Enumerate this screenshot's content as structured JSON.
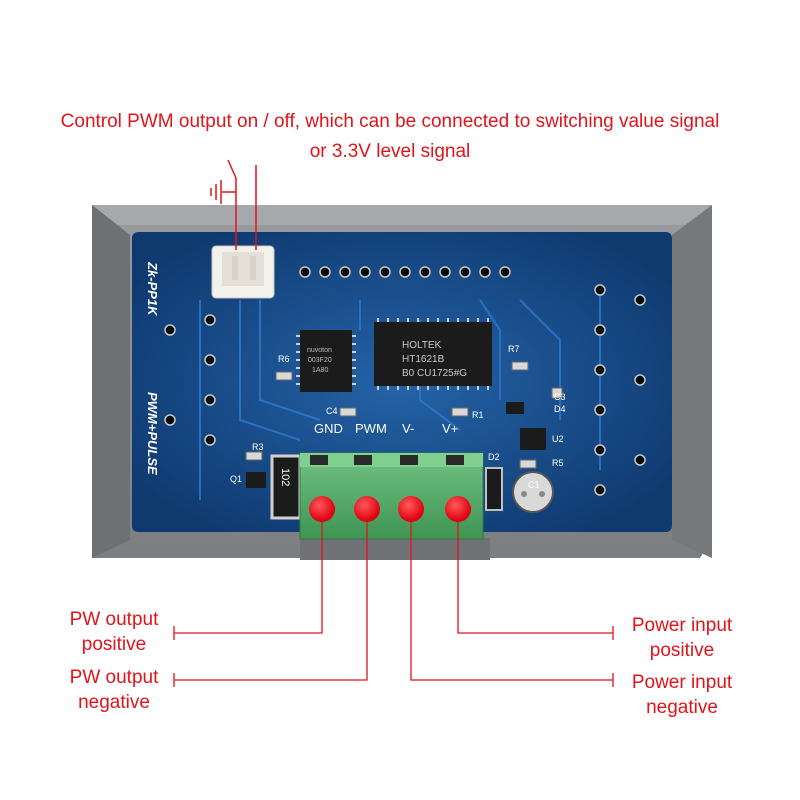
{
  "annotations": {
    "top_line1": "Control PWM output on / off, which can be connected to switching value signal",
    "top_line2": "or 3.3V level signal",
    "pw_positive_line1": "PW output",
    "pw_positive_line2": "positive",
    "pw_negative_line1": "PW output",
    "pw_negative_line2": "negative",
    "power_positive_line1": "Power input",
    "power_positive_line2": "positive",
    "power_negative_line1": "Power input",
    "power_negative_line2": "negative"
  },
  "board": {
    "model": "Zk-PP1K",
    "name": "PWM+PULSE",
    "chip_main": [
      "HOLTEK",
      "HT1621B",
      "B0 CU1725#G"
    ],
    "chip_mcu": [
      "nuvoton",
      "003F20",
      "1A80"
    ],
    "resistor_marking": "102",
    "terminal_labels": [
      "GND",
      "PWM",
      "V-",
      "V+"
    ],
    "component_labels": [
      "R6",
      "R7",
      "C3",
      "D4",
      "R1",
      "C4",
      "U2",
      "R3",
      "Q1",
      "D2",
      "R5",
      "C1"
    ]
  },
  "colors": {
    "annotation": "#e0141b",
    "pcb": "#1a4f8f",
    "case": "#8e9093",
    "terminal": "#5fb070"
  }
}
